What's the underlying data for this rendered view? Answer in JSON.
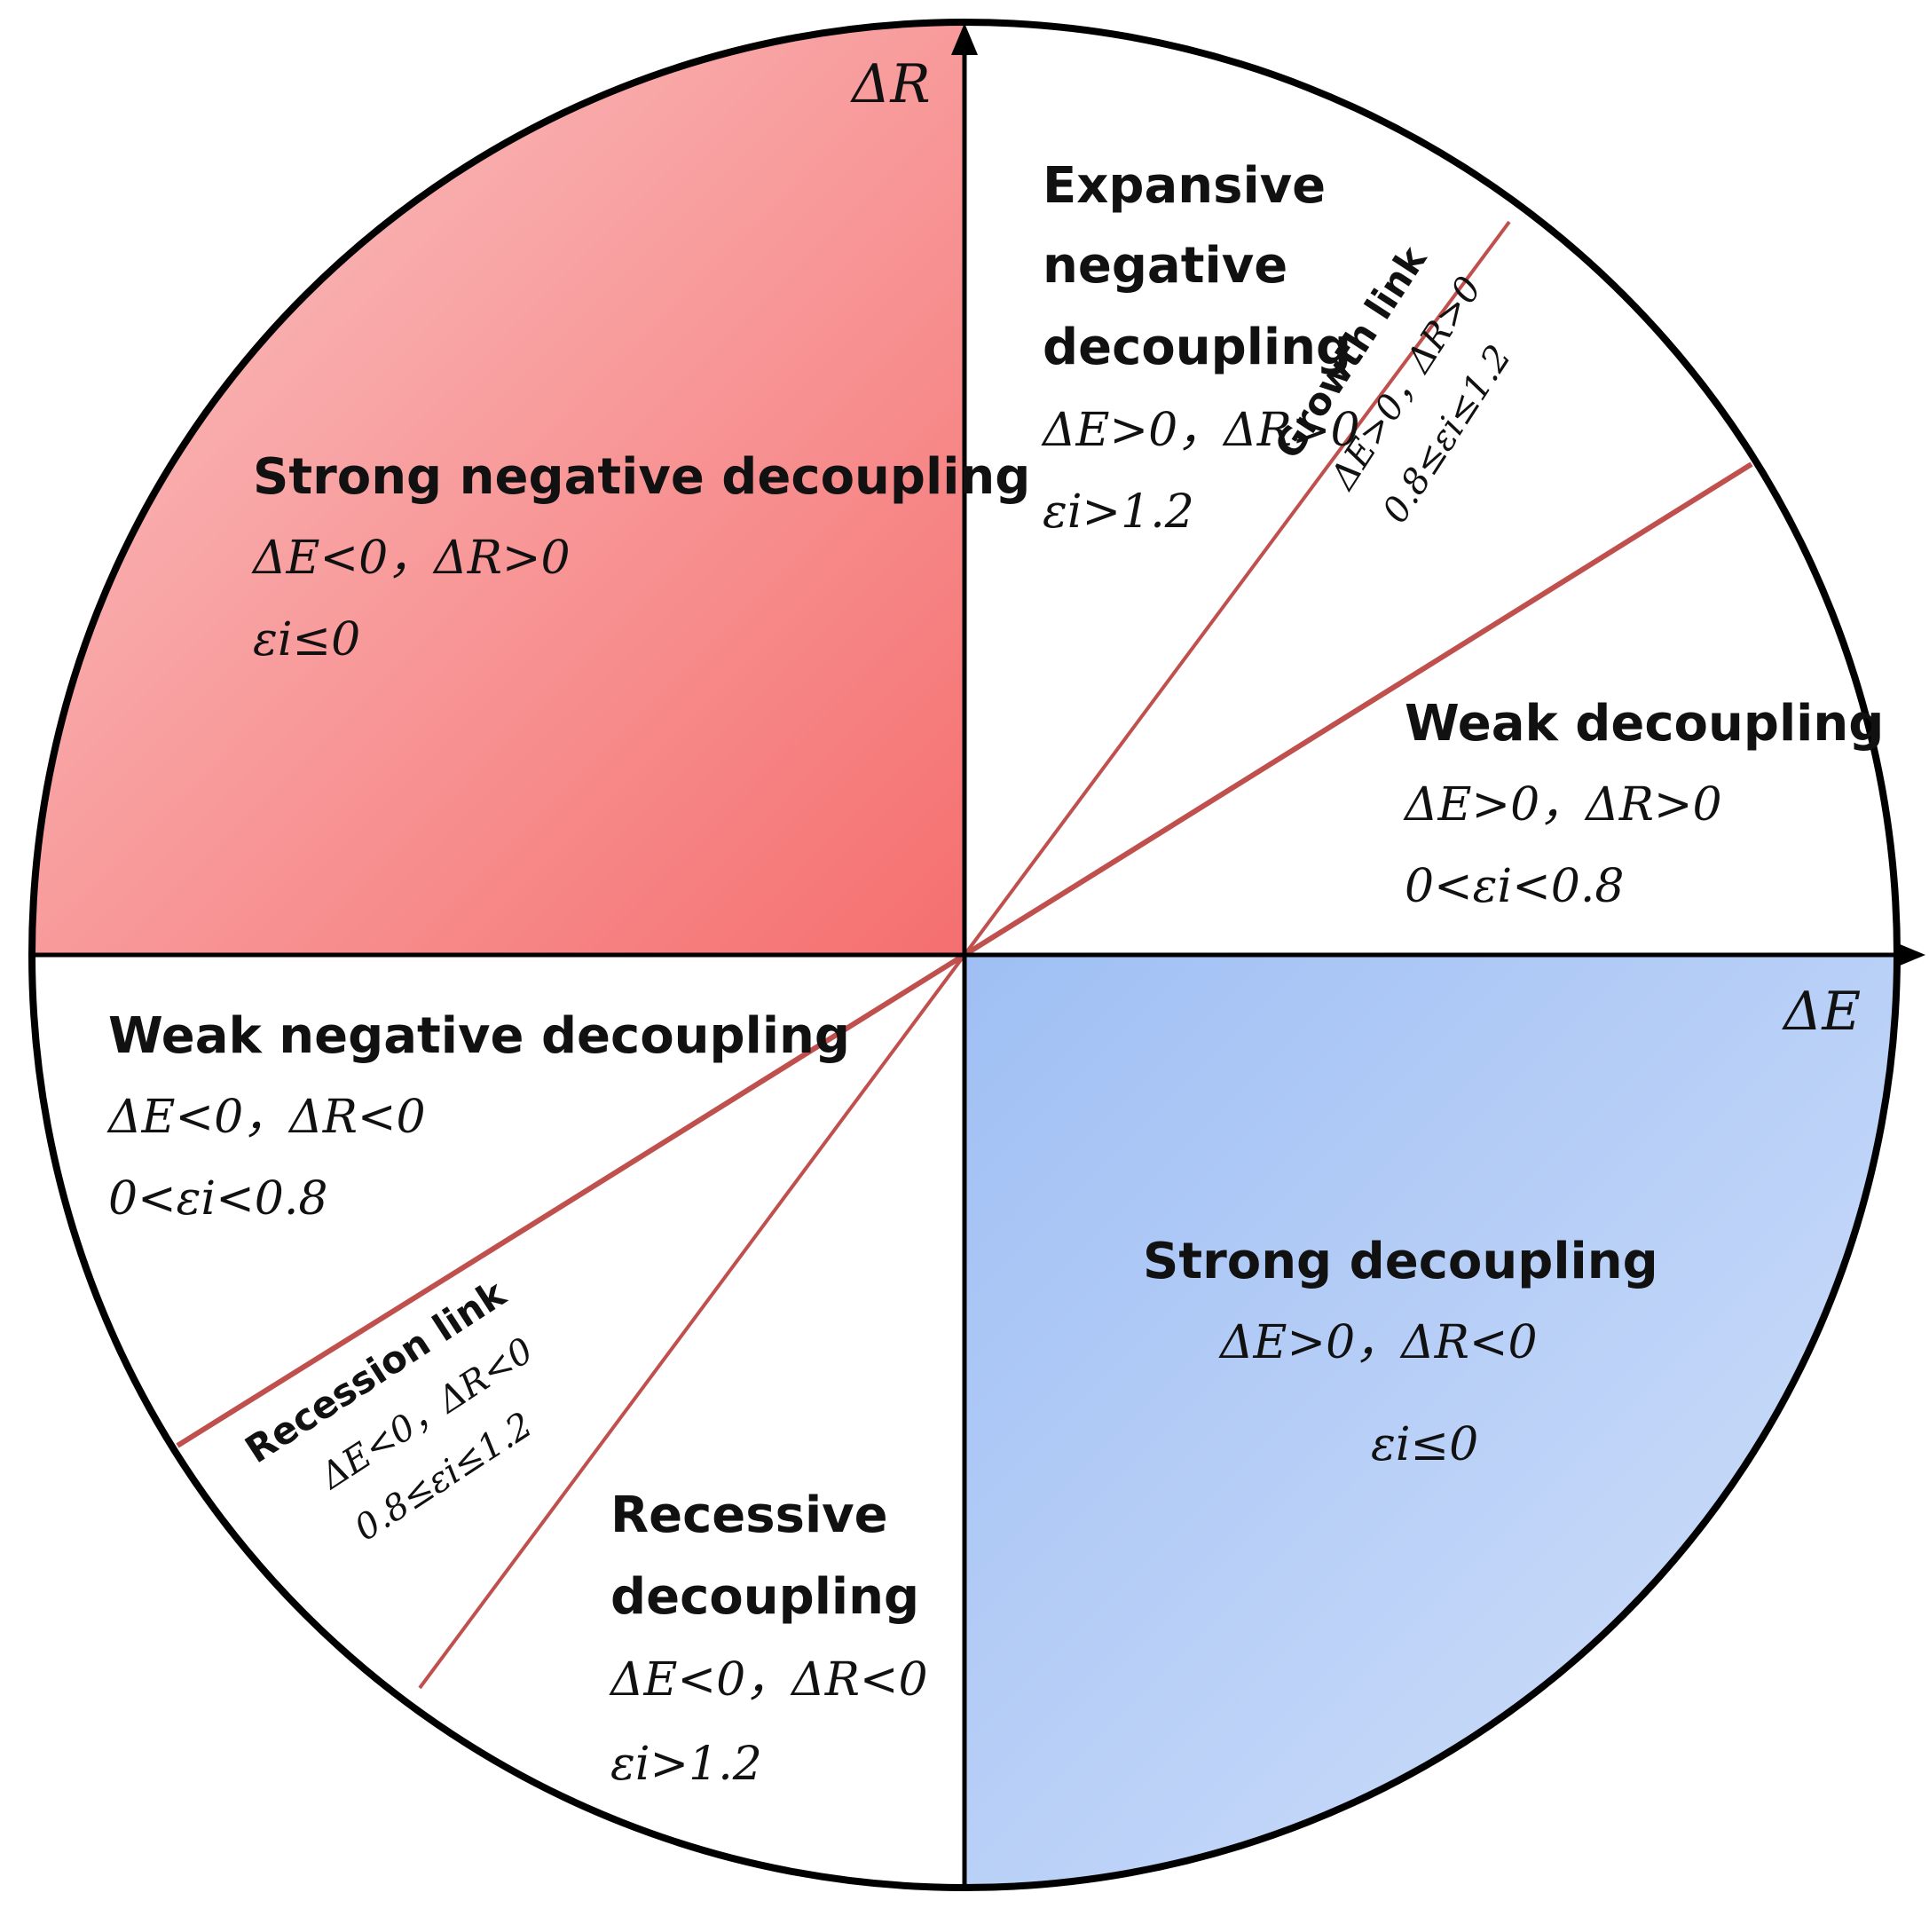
{
  "axes": {
    "x_label": "ΔE",
    "y_label": "ΔR"
  },
  "colors": {
    "circle_stroke": "#000000",
    "axis": "#000000",
    "divider": "#c0504d",
    "red_fill_light": "#fbc6c7",
    "red_fill_dark": "#f56f6f",
    "blue_fill_dark": "#9fbff4",
    "blue_fill_light": "#d3e1fa"
  },
  "regions": {
    "strong_negative": {
      "title": "Strong negative decoupling",
      "cond1": "ΔE<0，ΔR>0",
      "cond2": "εi≤0"
    },
    "expansive_negative": {
      "title1": "Expansive",
      "title2": "negative",
      "title3": "decoupling",
      "cond1": "ΔE>0，ΔR>0",
      "cond2": "εi>1.2"
    },
    "growth_link": {
      "title": "Growth link",
      "cond1": "ΔE>0，ΔR>0",
      "cond2": "0.8≤εi≤1.2"
    },
    "weak_decoupling": {
      "title": "Weak decoupling",
      "cond1": "ΔE>0，ΔR>0",
      "cond2": "0<εi<0.8"
    },
    "weak_negative": {
      "title": "Weak negative decoupling",
      "cond1": "ΔE<0，ΔR<0",
      "cond2": "0<εi<0.8"
    },
    "recession_link": {
      "title": "Recession link",
      "cond1": "ΔE<0，ΔR<0",
      "cond2": "0.8≤εi≤1.2"
    },
    "recessive": {
      "title1": "Recessive",
      "title2": "decoupling",
      "cond1": "ΔE<0，ΔR<0",
      "cond2": "εi>1.2"
    },
    "strong_decoupling": {
      "title": "Strong decoupling",
      "cond1": "ΔE>0，ΔR<0",
      "cond2": "εi≤0"
    }
  }
}
